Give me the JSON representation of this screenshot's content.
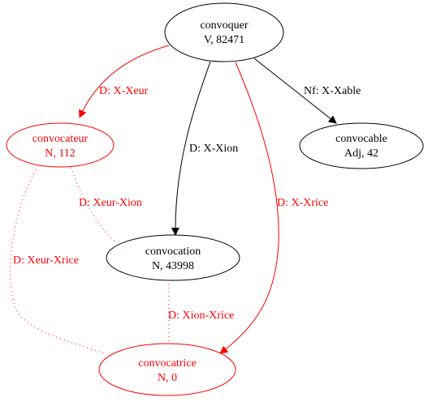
{
  "colors": {
    "default": "#000000",
    "highlight": "#ff0000"
  },
  "nodes": {
    "convoquer": {
      "word": "convoquer",
      "info": "V, 82471"
    },
    "convocateur": {
      "word": "convocateur",
      "info": "N, 112"
    },
    "convocable": {
      "word": "convocable",
      "info": "Adj, 42"
    },
    "convocation": {
      "word": "convocation",
      "info": "N, 43998"
    },
    "convocatrice": {
      "word": "convocatrice",
      "info": "N, 0"
    }
  },
  "edges": {
    "convoquer_convocateur": {
      "label": "D: X-Xeur"
    },
    "convoquer_convocation": {
      "label": "D: X-Xion"
    },
    "convoquer_convocable": {
      "label": "Nf: X-Xable"
    },
    "convoquer_convocatrice": {
      "label": "D: X-Xrice"
    },
    "convocateur_convocation": {
      "label": "D: Xeur-Xion"
    },
    "convocateur_convocatrice": {
      "label": "D: Xeur-Xrice"
    },
    "convocation_convocatrice": {
      "label": "D: Xion-Xrice"
    }
  }
}
